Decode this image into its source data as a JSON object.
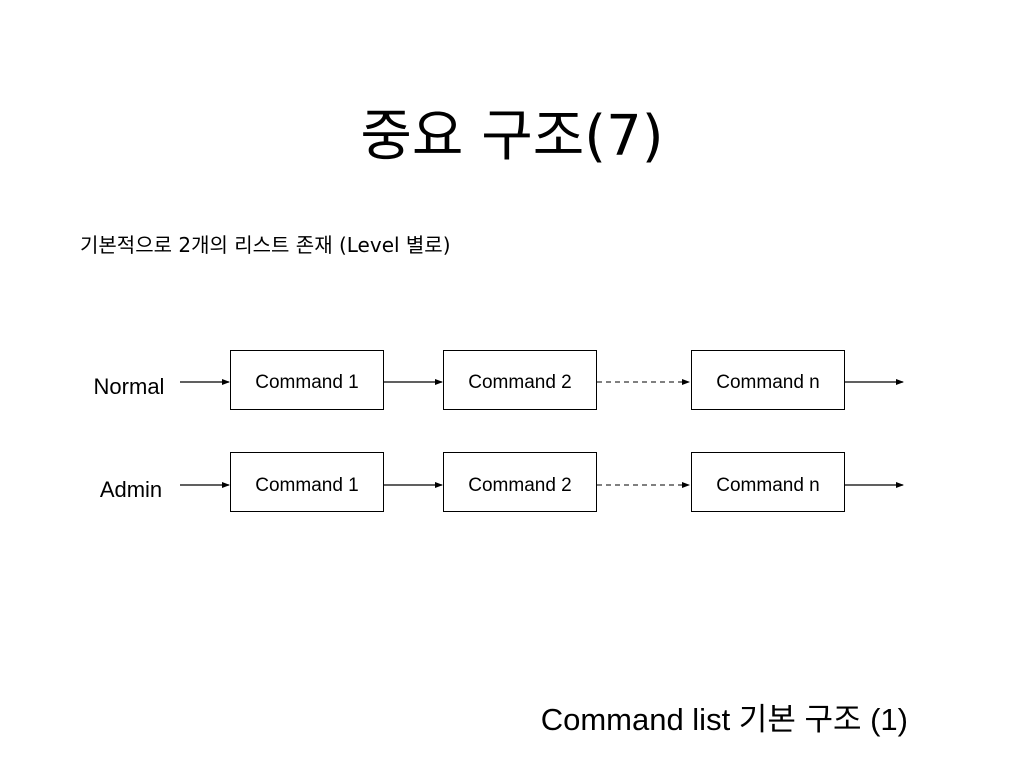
{
  "slide": {
    "title": "중요 구조(7)",
    "subtitle": "기본적으로 2개의 리스트 존재 (Level 별로)",
    "caption": "Command list 기본 구조 (1)"
  },
  "diagram": {
    "rows": [
      {
        "label": "Normal",
        "commands": [
          "Command 1",
          "Command 2",
          "Command n"
        ]
      },
      {
        "label": "Admin",
        "commands": [
          "Command 1",
          "Command 2",
          "Command n"
        ]
      }
    ]
  }
}
